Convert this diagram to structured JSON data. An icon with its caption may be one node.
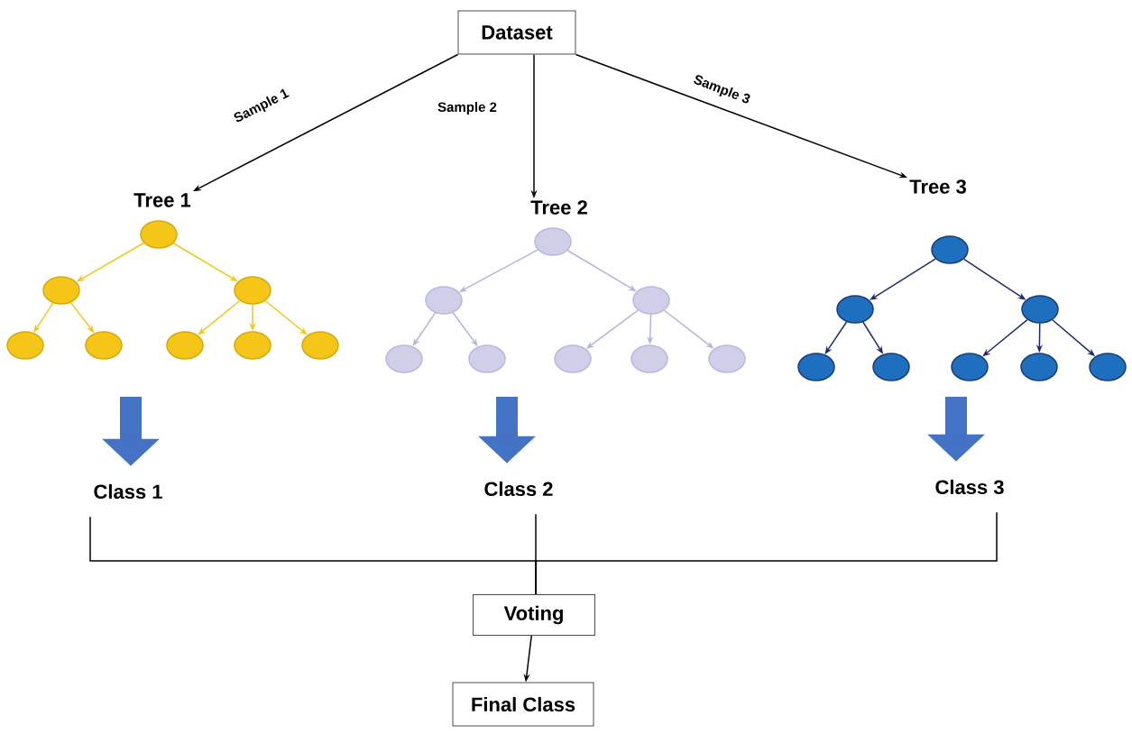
{
  "diagram": {
    "nodes": [
      {
        "text": [
          "Dataset"
        ]
      },
      {
        "text": [
          "Tree 1"
        ]
      },
      {
        "text": [
          "Tree 2"
        ]
      },
      {
        "text": [
          "Tree 3"
        ]
      },
      {
        "text": [],
        "shape": "circle"
      },
      {
        "text": [],
        "shape": "circle"
      },
      {
        "text": [],
        "shape": "circle"
      },
      {
        "text": [],
        "shape": "circle"
      },
      {
        "text": [],
        "shape": "circle"
      },
      {
        "text": [],
        "shape": "circle"
      },
      {
        "text": [],
        "shape": "circle"
      },
      {
        "text": [],
        "shape": "circle"
      },
      {
        "text": [],
        "shape": "circle"
      },
      {
        "text": [],
        "shape": "circle"
      },
      {
        "text": [],
        "shape": "circle"
      },
      {
        "text": [],
        "shape": "circle"
      },
      {
        "text": [],
        "shape": "circle"
      },
      {
        "text": [],
        "shape": "circle"
      },
      {
        "text": [],
        "shape": "circle"
      },
      {
        "text": [],
        "shape": "circle"
      },
      {
        "text": [],
        "shape": "circle"
      },
      {
        "text": [],
        "shape": "circle"
      },
      {
        "text": [],
        "shape": "circle"
      },
      {
        "text": [],
        "shape": "circle"
      },
      {
        "text": [],
        "shape": "circle"
      },
      {
        "text": [],
        "shape": "circle"
      },
      {
        "text": [],
        "shape": "circle"
      },
      {
        "text": [],
        "shape": "circle"
      },
      {
        "text": [
          "Class 1"
        ]
      },
      {
        "text": [
          "Class 2"
        ]
      },
      {
        "text": [
          "Class 3"
        ]
      },
      {
        "text": [
          "Voting"
        ]
      },
      {
        "text": [
          "Final Class"
        ]
      }
    ],
    "edges": [
      {
        "from": 0,
        "to": 1,
        "arrow": "to",
        "label": "Sample 1"
      },
      {
        "from": 0,
        "to": 2,
        "arrow": "to",
        "label": "Sample 2"
      },
      {
        "from": 0,
        "to": 3,
        "arrow": "to",
        "label": "Sample 3"
      },
      {
        "from": 4,
        "to": 5,
        "arrow": "to",
        "color": "#f5c518"
      },
      {
        "from": 4,
        "to": 6,
        "arrow": "to",
        "color": "#f5c518"
      },
      {
        "from": 5,
        "to": 7,
        "arrow": "to",
        "color": "#f5c518"
      },
      {
        "from": 5,
        "to": 8,
        "arrow": "to",
        "color": "#f5c518"
      },
      {
        "from": 6,
        "to": 9,
        "arrow": "to",
        "color": "#f5c518"
      },
      {
        "from": 6,
        "to": 10,
        "arrow": "to",
        "color": "#f5c518"
      },
      {
        "from": 6,
        "to": 11,
        "arrow": "to",
        "color": "#f5c518"
      },
      {
        "from": 12,
        "to": 13,
        "arrow": "to",
        "color": "#b4b4e0"
      },
      {
        "from": 12,
        "to": 14,
        "arrow": "to",
        "color": "#b4b4e0"
      },
      {
        "from": 13,
        "to": 15,
        "arrow": "to",
        "color": "#b4b4e0"
      },
      {
        "from": 13,
        "to": 16,
        "arrow": "to",
        "color": "#b4b4e0"
      },
      {
        "from": 14,
        "to": 17,
        "arrow": "to",
        "color": "#b4b4e0"
      },
      {
        "from": 14,
        "to": 18,
        "arrow": "to",
        "color": "#b4b4e0"
      },
      {
        "from": 14,
        "to": 19,
        "arrow": "to",
        "color": "#b4b4e0"
      },
      {
        "from": 20,
        "to": 21,
        "arrow": "to",
        "color": "#1f2a6b"
      },
      {
        "from": 20,
        "to": 22,
        "arrow": "to",
        "color": "#1f2a6b"
      },
      {
        "from": 21,
        "to": 23,
        "arrow": "to",
        "color": "#1f2a6b"
      },
      {
        "from": 21,
        "to": 24,
        "arrow": "to",
        "color": "#1f2a6b"
      },
      {
        "from": 22,
        "to": 25,
        "arrow": "to",
        "color": "#1f2a6b"
      },
      {
        "from": 22,
        "to": 26,
        "arrow": "to",
        "color": "#1f2a6b"
      },
      {
        "from": 22,
        "to": 27,
        "arrow": "to",
        "color": "#1f2a6b"
      },
      {
        "from": null,
        "to": 28,
        "arrow": "to",
        "style": "thick",
        "color": "#4472c4"
      },
      {
        "from": null,
        "to": 29,
        "arrow": "to",
        "style": "thick",
        "color": "#4472c4"
      },
      {
        "from": null,
        "to": 30,
        "arrow": "to",
        "style": "thick",
        "color": "#4472c4"
      },
      {
        "from": 28,
        "to": 31,
        "arrow": "none"
      },
      {
        "from": 29,
        "to": 31,
        "arrow": "none"
      },
      {
        "from": 30,
        "to": 31,
        "arrow": "none"
      },
      {
        "from": 31,
        "to": 32,
        "arrow": "to"
      }
    ]
  }
}
